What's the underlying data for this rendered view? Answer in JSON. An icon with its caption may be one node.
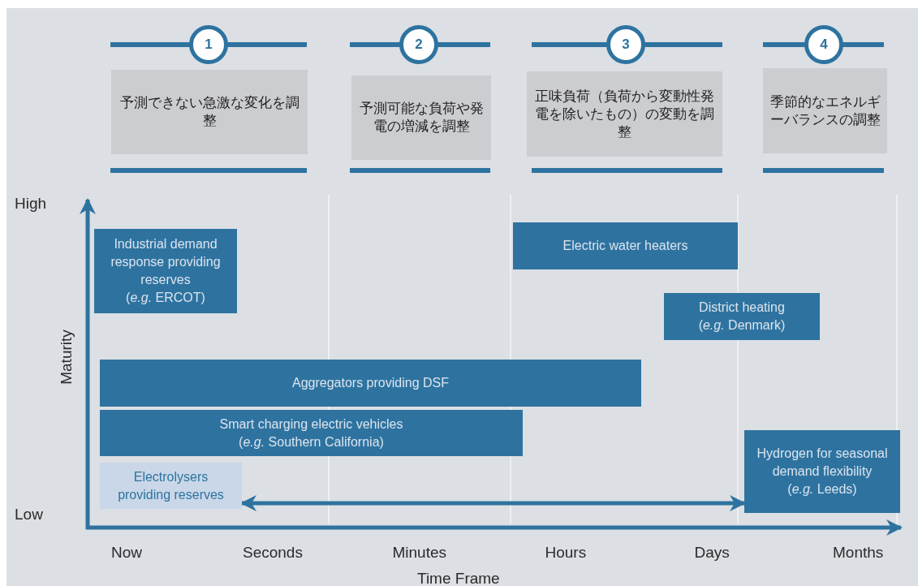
{
  "diagram": {
    "nodes": [
      {
        "text": [
          "1"
        ]
      },
      {
        "text": [
          "2"
        ]
      },
      {
        "text": [
          "3"
        ]
      },
      {
        "text": [
          "4"
        ]
      },
      {
        "text": [
          "予測できない急激な変化を調整"
        ]
      },
      {
        "text": [
          "予測可能な負荷や発電の増減を調整"
        ]
      },
      {
        "text": [
          "正味負荷（負荷から変動性発電を除いたもの）の変動を調整"
        ]
      },
      {
        "text": [
          "季節的なエネルギーバランスの調整"
        ]
      },
      {
        "text": [
          "Industrial demand response providing reserves",
          "(*e.g.* ERCOT)"
        ]
      },
      {
        "text": [
          "Electric water heaters"
        ]
      },
      {
        "text": [
          "District heating",
          "(*e.g.* Denmark)"
        ]
      },
      {
        "text": [
          "Aggregators providing DSF"
        ]
      },
      {
        "text": [
          "Smart charging electric vehicles",
          "(*e.g.* Southern California)"
        ]
      },
      {
        "text": [
          "Electrolysers providing reserves"
        ]
      },
      {
        "text": [
          "Hydrogen for seasonal demand flexibility",
          "(*e.g.* Leeds)"
        ]
      }
    ],
    "edges": [
      {
        "from": 13,
        "to": 14,
        "arrow": "both"
      }
    ],
    "labels": [
      "High",
      "Maturity",
      "Low",
      "Now",
      "Seconds",
      "Minutes",
      "Hours",
      "Days",
      "Months",
      "Time Frame"
    ]
  }
}
